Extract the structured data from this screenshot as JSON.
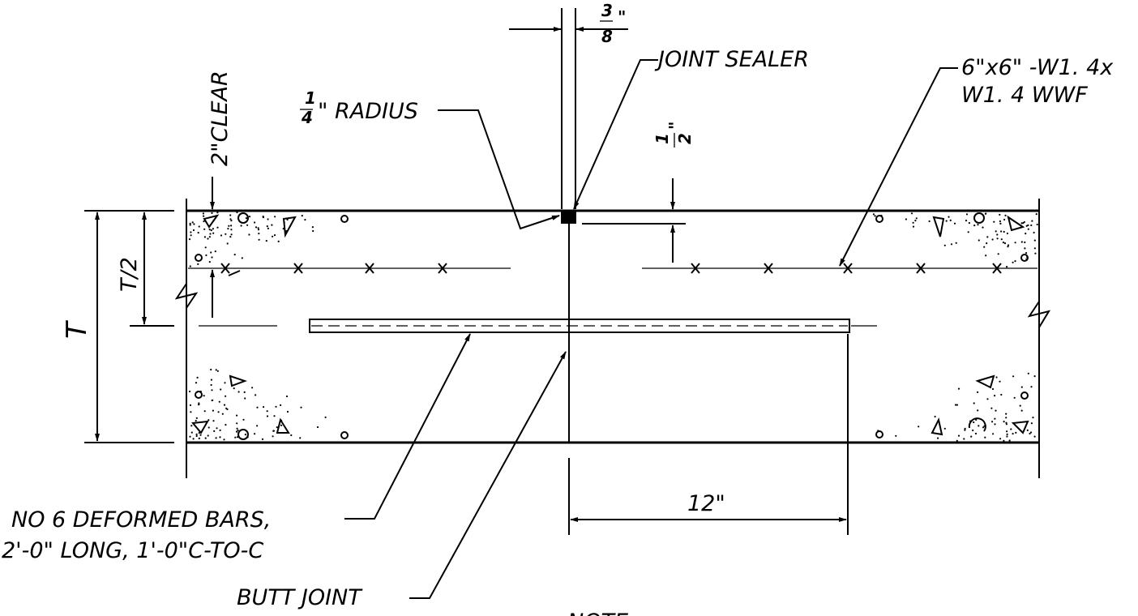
{
  "labels": {
    "clear_cover": "2\"CLEAR",
    "joint_width_num": "3",
    "joint_width_den": "8",
    "joint_width_unit": "\"",
    "radius_num": "1",
    "radius_den": "4",
    "radius_text": "\" RADIUS",
    "joint_sealer": "JOINT SEALER",
    "sealer_depth_num": "1",
    "sealer_depth_den": "2",
    "sealer_depth_unit": "\"",
    "wwf_line1": "6\"x6\" -W1. 4x",
    "wwf_line2": "W1. 4  WWF",
    "half_thickness": "T/2",
    "thickness": "T",
    "bars_line1": "NO 6 DEFORMED BARS,",
    "bars_line2": "2'-0\" LONG, 1'-0\"C-TO-C",
    "butt_joint": "BUTT JOINT",
    "bar_embed": "12\"",
    "note": "NOTE"
  },
  "colors": {
    "ink": "#000000",
    "paper": "#ffffff"
  }
}
